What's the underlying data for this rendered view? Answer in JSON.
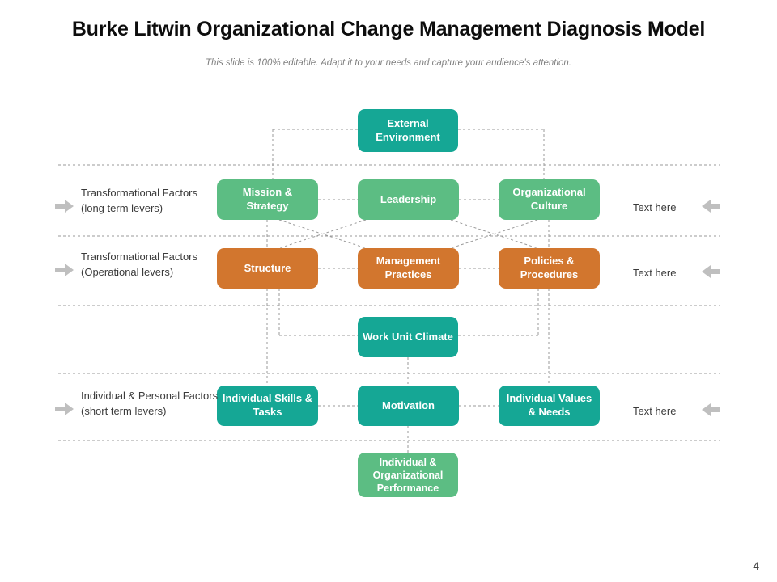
{
  "header": {
    "title": "Burke Litwin Organizational Change Management Diagnosis Model",
    "subtitle": "This slide is 100% editable. Adapt it to your needs and capture your audience’s attention."
  },
  "colors": {
    "teal": "#15a795",
    "green": "#5cbd83",
    "orange": "#d2762e",
    "arrow_gray": "#bfbfbf",
    "line_gray": "#9a9a9a",
    "title_text": "#0d0d0d",
    "subtitle_text": "#7f7f7f",
    "label_text": "#3b3b3b"
  },
  "nodes": {
    "external_environment": "External Environment",
    "mission_strategy": "Mission & Strategy",
    "leadership": "Leadership",
    "organizational_culture": "Organizational Culture",
    "structure": "Structure",
    "management_practices": "Management Practices",
    "policies_procedures": "Policies & Procedures",
    "work_unit_climate": "Work Unit Climate",
    "individual_skills_tasks": "Individual Skills & Tasks",
    "motivation": "Motivation",
    "individual_values_needs": "Individual Values & Needs",
    "individual_org_performance": "Individual & Organizational Performance"
  },
  "left_labels": [
    "Transformational Factors (long term levers)",
    "Transformational Factors (Operational levers)",
    "Individual  & Personal Factors (short term levers)"
  ],
  "right_labels": [
    "Text here",
    "Text here",
    "Text here"
  ],
  "footer": {
    "page_number": "4"
  },
  "icons": {
    "left_arrow_right_pointing": "arrow-right-icon",
    "right_arrow_left_pointing": "arrow-left-icon"
  }
}
